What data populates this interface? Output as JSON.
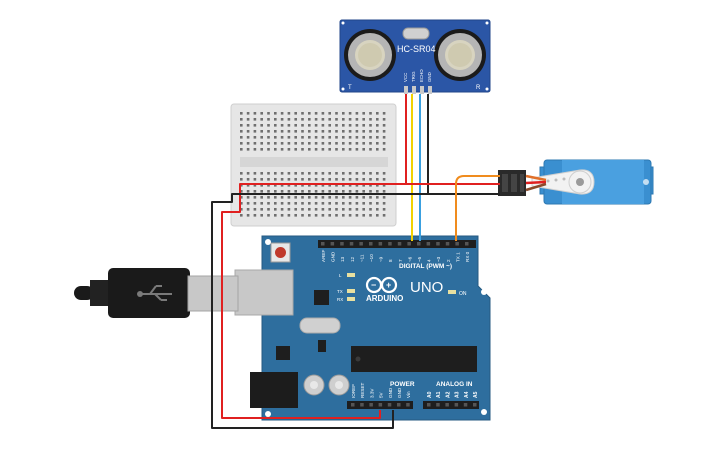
{
  "sensor": {
    "model": "HC-SR04",
    "left_mark": "T",
    "right_mark": "R",
    "pins": [
      "VCC",
      "TRIG",
      "ECHO",
      "GND"
    ]
  },
  "arduino": {
    "brand": "ARDUINO",
    "model": "UNO",
    "digital_label": "DIGITAL (PWM ~)",
    "digital_pins": [
      "AREF",
      "GND",
      "13",
      "12",
      "~11",
      "~10",
      "~9",
      "8",
      "7",
      "~6",
      "~5",
      "4",
      "~3",
      "2",
      "TX 1",
      "RX 0"
    ],
    "power_label": "POWER",
    "power_pins": [
      "IOREF",
      "RESET",
      "3.3V",
      "5V",
      "GND",
      "GND",
      "Vin"
    ],
    "analog_label": "ANALOG IN",
    "analog_pins": [
      "A0",
      "A1",
      "A2",
      "A3",
      "A4",
      "A5"
    ],
    "leds": [
      "L",
      "TX",
      "RX"
    ],
    "on_label": "ON"
  },
  "colors": {
    "board": "#2e6e9e",
    "sensor": "#2b56a6",
    "servo": "#3a8fd0",
    "wire_red": "#e02020",
    "wire_black": "#222222",
    "wire_yellow": "#f2d200",
    "wire_blue": "#3aa0e0",
    "wire_orange": "#f08c1e"
  }
}
